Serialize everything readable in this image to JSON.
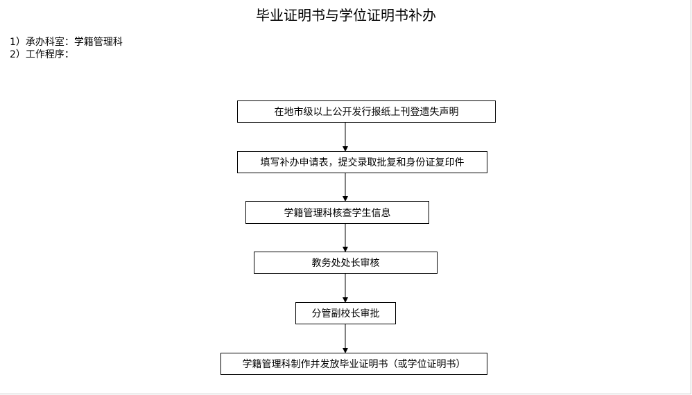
{
  "title": "毕业证明书与学位证明书补办",
  "info": {
    "office": "1）承办科室：学籍管理科",
    "procedure": "2）工作程序："
  },
  "steps": [
    "在地市级以上公开发行报纸上刊登遗失声明",
    "填写补办申请表，提交录取批复和身份证复印件",
    "学籍管理科核查学生信息",
    "教务处处长审核",
    "分管副校长审批",
    "学籍管理科制作并发放毕业证明书（或学位证明书）"
  ]
}
